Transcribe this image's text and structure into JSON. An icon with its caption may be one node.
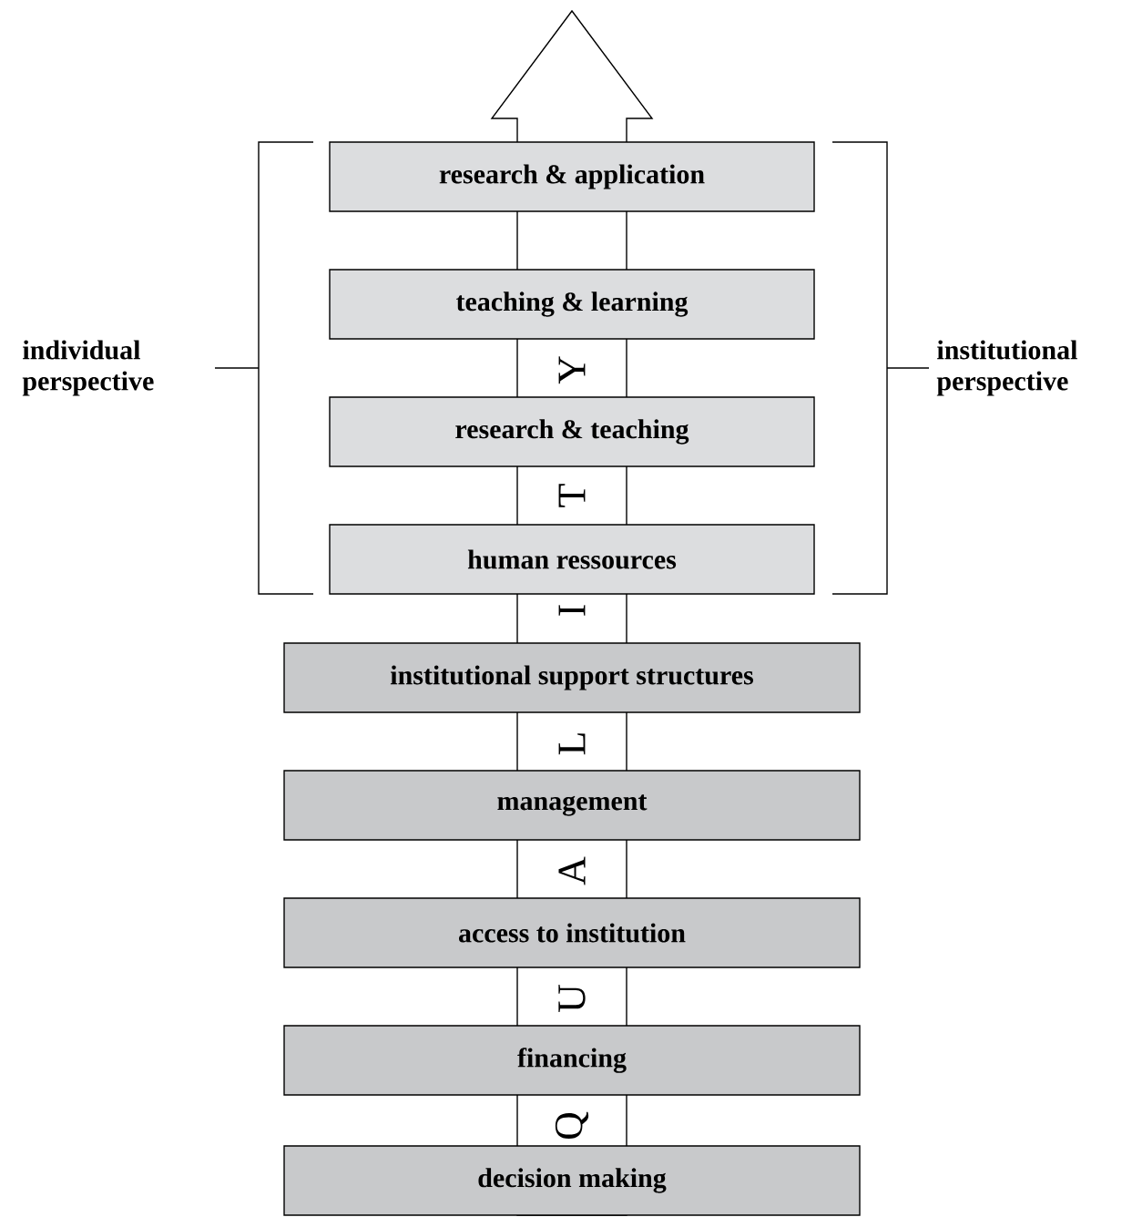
{
  "diagram": {
    "nodes": [
      {
        "text": [
          "research & application"
        ]
      },
      {
        "text": [
          "teaching & learning"
        ]
      },
      {
        "text": [
          "research & teaching"
        ]
      },
      {
        "text": [
          "human ressources"
        ]
      },
      {
        "text": [
          "institutional support structures"
        ]
      },
      {
        "text": [
          "management"
        ]
      },
      {
        "text": [
          "access to institution"
        ]
      },
      {
        "text": [
          "financing"
        ]
      },
      {
        "text": [
          "decision making"
        ]
      }
    ],
    "labels": [
      "individual perspective",
      "institutional perspective",
      "Y",
      "T",
      "I",
      "L",
      "A",
      "U",
      "Q"
    ]
  }
}
